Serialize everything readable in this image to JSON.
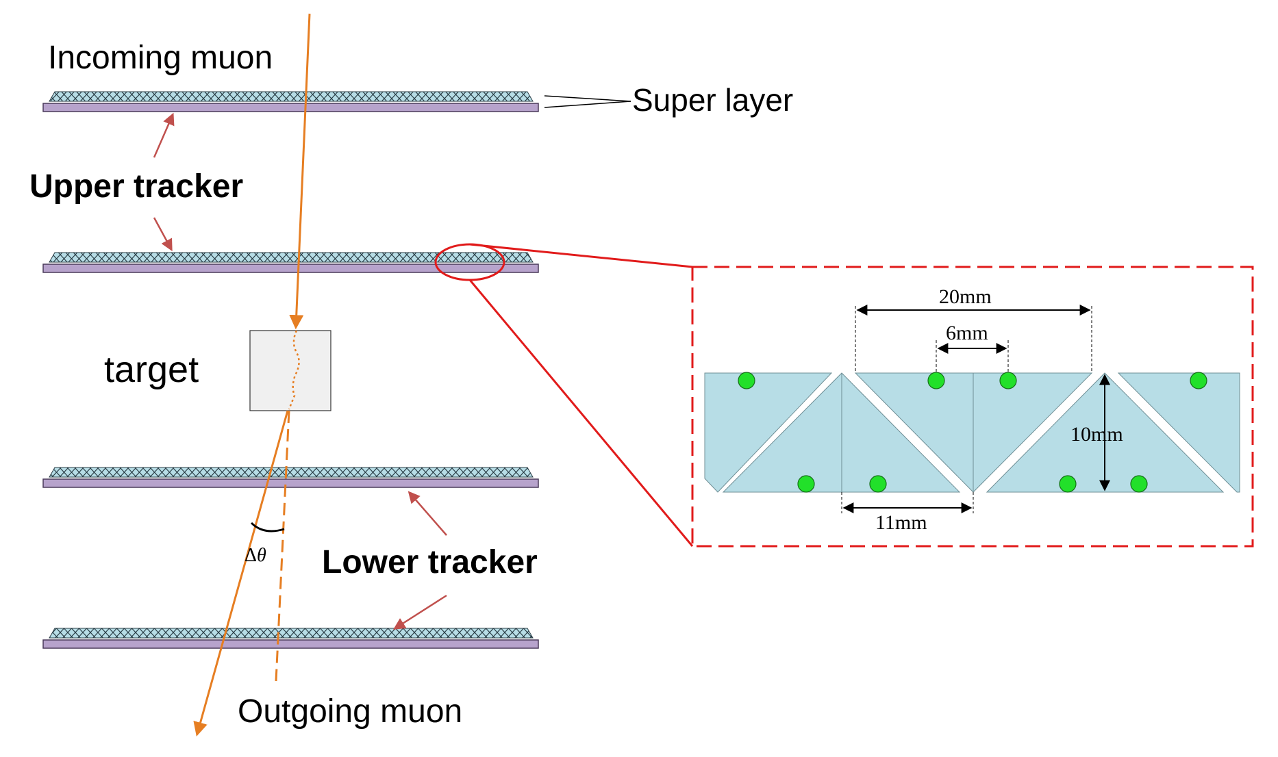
{
  "labels": {
    "incoming_muon": "Incoming muon",
    "super_layer": "Super layer",
    "upper_tracker": "Upper tracker",
    "target": "target",
    "lower_tracker": "Lower tracker",
    "delta_theta_prefix": "Δ",
    "delta_theta_symbol": "θ",
    "outgoing_muon": "Outgoing muon"
  },
  "detail": {
    "dim_20": "20mm",
    "dim_6": "6mm",
    "dim_10": "10mm",
    "dim_11": "11mm"
  },
  "colors": {
    "muon_track": "#e67e22",
    "tracker_plate": "#b7a3cc",
    "tracker_plate_edge": "#4a3a5a",
    "triangle_fill": "#b7dde6",
    "fiber_green": "#22e02a",
    "annotation_red": "#e11b1b",
    "pointer_arrow": "#c0504d",
    "target_fill": "#f0f0f0"
  }
}
